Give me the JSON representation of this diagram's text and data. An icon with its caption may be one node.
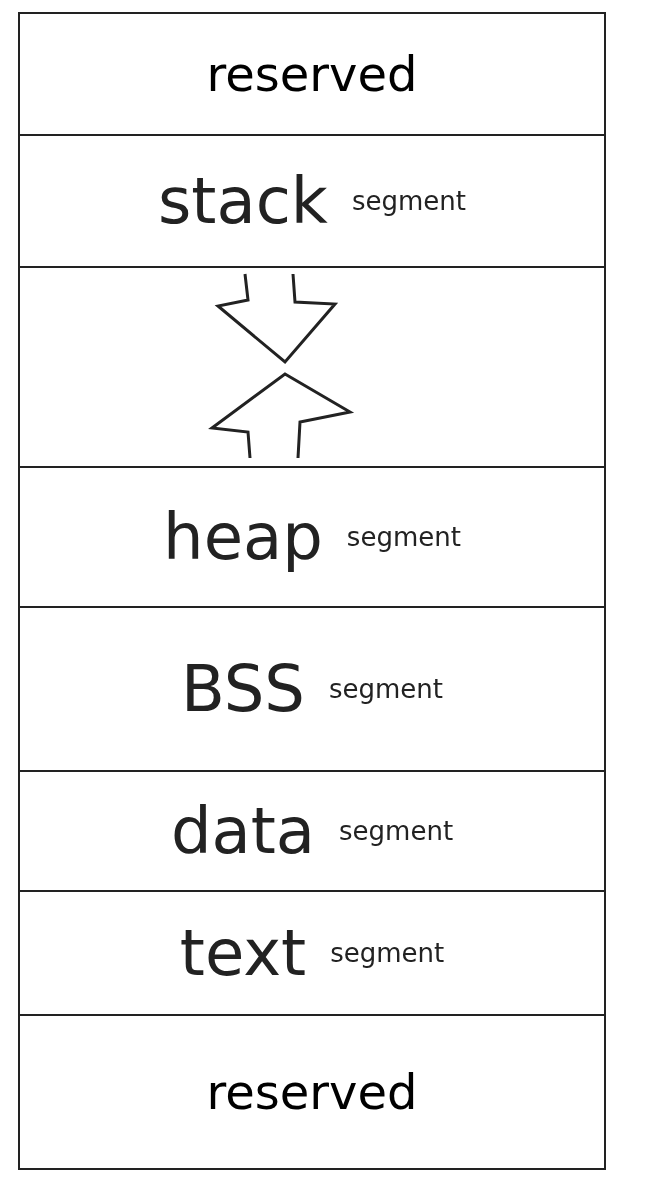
{
  "diagram": {
    "nodes": [
      {
        "text": [
          "reserved"
        ]
      },
      {
        "text": [
          "stack",
          "segment"
        ]
      },
      {
        "text": [],
        "shape": "box"
      },
      {
        "text": [
          "heap",
          "segment"
        ]
      },
      {
        "text": [
          "BSS",
          "segment"
        ]
      },
      {
        "text": [
          "data",
          "segment"
        ]
      },
      {
        "text": [
          "text",
          "segment"
        ]
      },
      {
        "text": [
          "reserved"
        ]
      }
    ]
  }
}
